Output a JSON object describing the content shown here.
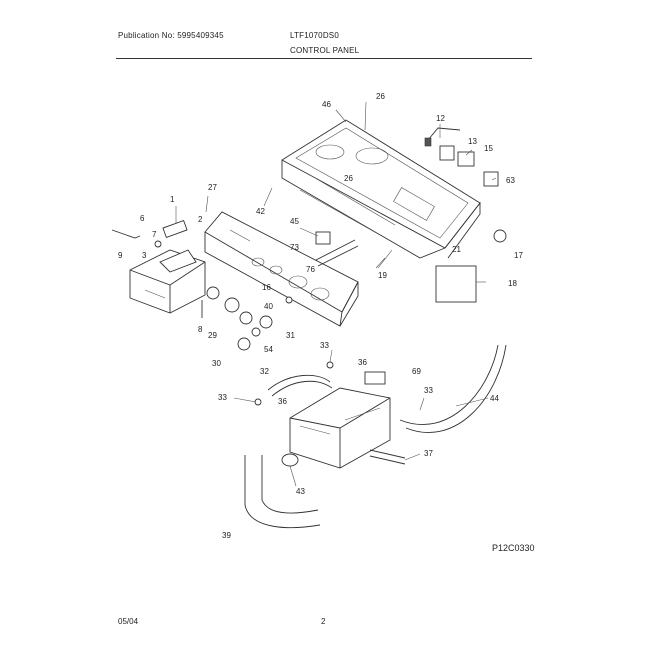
{
  "header": {
    "publication": "Publication No: 5995409345",
    "model": "LTF1070DS0",
    "section": "CONTROL PANEL"
  },
  "figure_id": "P12C0330",
  "footer": {
    "date": "05/04",
    "page": "2"
  },
  "callouts": [
    "26",
    "46",
    "12",
    "13",
    "15",
    "63",
    "1",
    "27",
    "6",
    "7",
    "2",
    "42",
    "45",
    "73",
    "76",
    "26",
    "21",
    "17",
    "9",
    "3",
    "19",
    "18",
    "16",
    "8",
    "29",
    "40",
    "31",
    "30",
    "54",
    "33",
    "36",
    "69",
    "32",
    "33",
    "36",
    "33",
    "44",
    "43",
    "37",
    "39"
  ]
}
